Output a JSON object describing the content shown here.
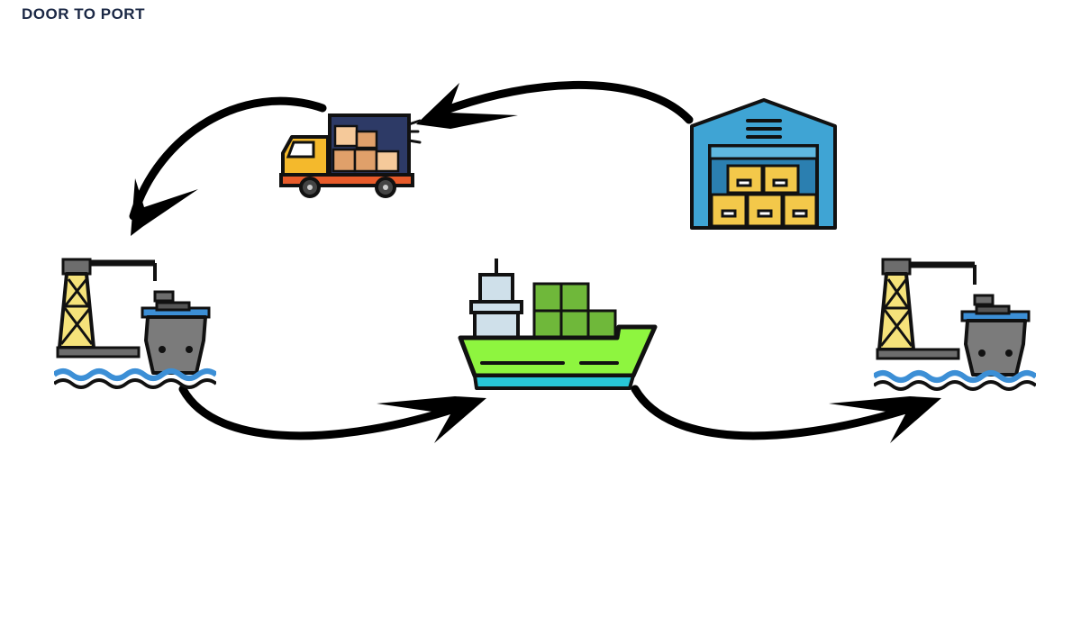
{
  "page": {
    "title": "DOOR TO PORT"
  },
  "colors": {
    "title": "#1b2845",
    "outline": "#111111",
    "warehouse_blue": "#3fa4d4",
    "box_yellow": "#f3c84a",
    "truck_yellow": "#f4b92c",
    "truck_cargo": "#2d3a66",
    "parcel": "#e0a06a",
    "crane_yellow": "#f5e27a",
    "hull_gray": "#6d6d6d",
    "ship_green": "#8ef53f",
    "container_green": "#6fb83a",
    "water_blue": "#3c8fd6",
    "keel_cyan": "#28c6d8",
    "arrow": "#000000"
  },
  "icons": [
    "warehouse-icon",
    "delivery-truck-icon",
    "port-crane-icon",
    "cargo-ship-icon",
    "port-crane-icon"
  ],
  "flow": [
    "warehouse",
    "truck",
    "origin-port",
    "cargo-ship",
    "destination-port"
  ]
}
